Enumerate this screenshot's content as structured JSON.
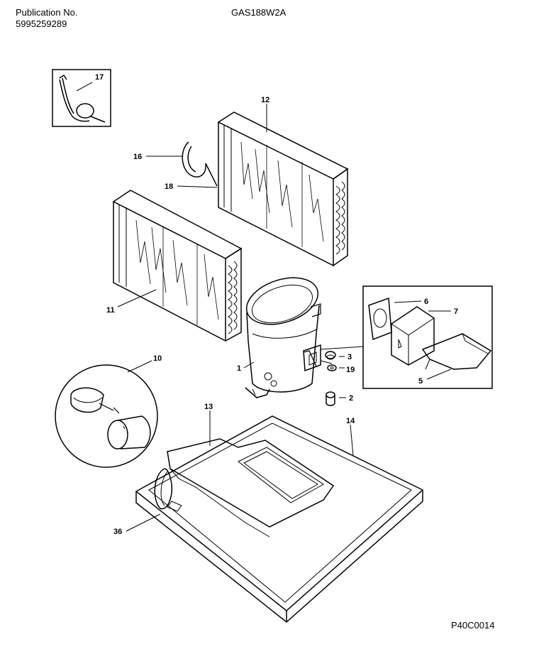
{
  "header": {
    "publication_label": "Publication No.",
    "publication_number": "5995259289",
    "model": "GAS188W2A"
  },
  "footer": {
    "drawing_code": "P40C0014"
  },
  "callouts": {
    "c1": "1",
    "c2": "2",
    "c3": "3",
    "c5": "5",
    "c6": "6",
    "c7": "7",
    "c10": "10",
    "c11": "11",
    "c12": "12",
    "c13": "13",
    "c14": "14",
    "c16": "16",
    "c17": "17",
    "c18": "18",
    "c19": "19",
    "c36": "36"
  }
}
